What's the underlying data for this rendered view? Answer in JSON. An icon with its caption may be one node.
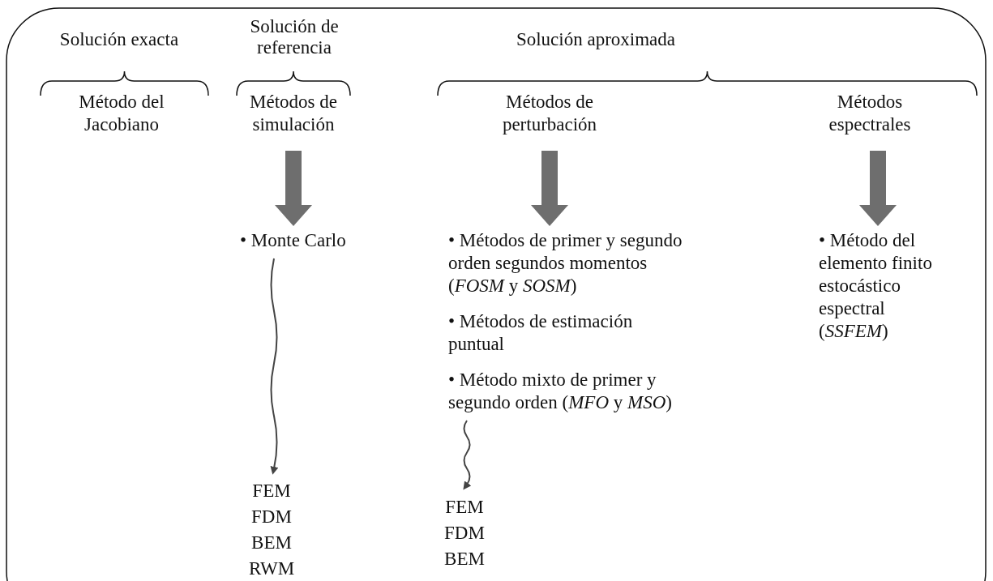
{
  "diagram": {
    "nodes": [
      {
        "text": [
          "Método del Jacobiano"
        ]
      },
      {
        "text": [
          "Métodos de simulación"
        ]
      },
      {
        "text": [
          "Métodos de perturbación"
        ]
      },
      {
        "text": [
          "Métodos espectrales"
        ]
      },
      {
        "text": [
          "• Monte Carlo"
        ]
      },
      {
        "text": [
          "• Métodos de primer y segundo orden segundos momentos (*FOSM* y *SOSM*)",
          "• Métodos de estimación puntual",
          "• Método mixto de primer y segundo orden (*MFO* y *MSO*)"
        ]
      },
      {
        "text": [
          "• Método del elemento finito estocástico espectral (*SSFEM*)"
        ]
      },
      {
        "text": [
          "FEM",
          "FDM",
          "BEM",
          "RWM"
        ]
      },
      {
        "text": [
          "FEM",
          "FDM",
          "BEM"
        ]
      }
    ],
    "edges": [
      {
        "from": 1,
        "to": 4,
        "arrow": "to"
      },
      {
        "from": 2,
        "to": 5,
        "arrow": "to"
      },
      {
        "from": 3,
        "to": 6,
        "arrow": "to"
      },
      {
        "from": 4,
        "to": 7,
        "arrow": "to"
      },
      {
        "from": 5,
        "to": 8,
        "arrow": "to"
      }
    ],
    "labels": [
      "Solución exacta",
      "Solución de referencia",
      "Solución aproximada"
    ]
  }
}
